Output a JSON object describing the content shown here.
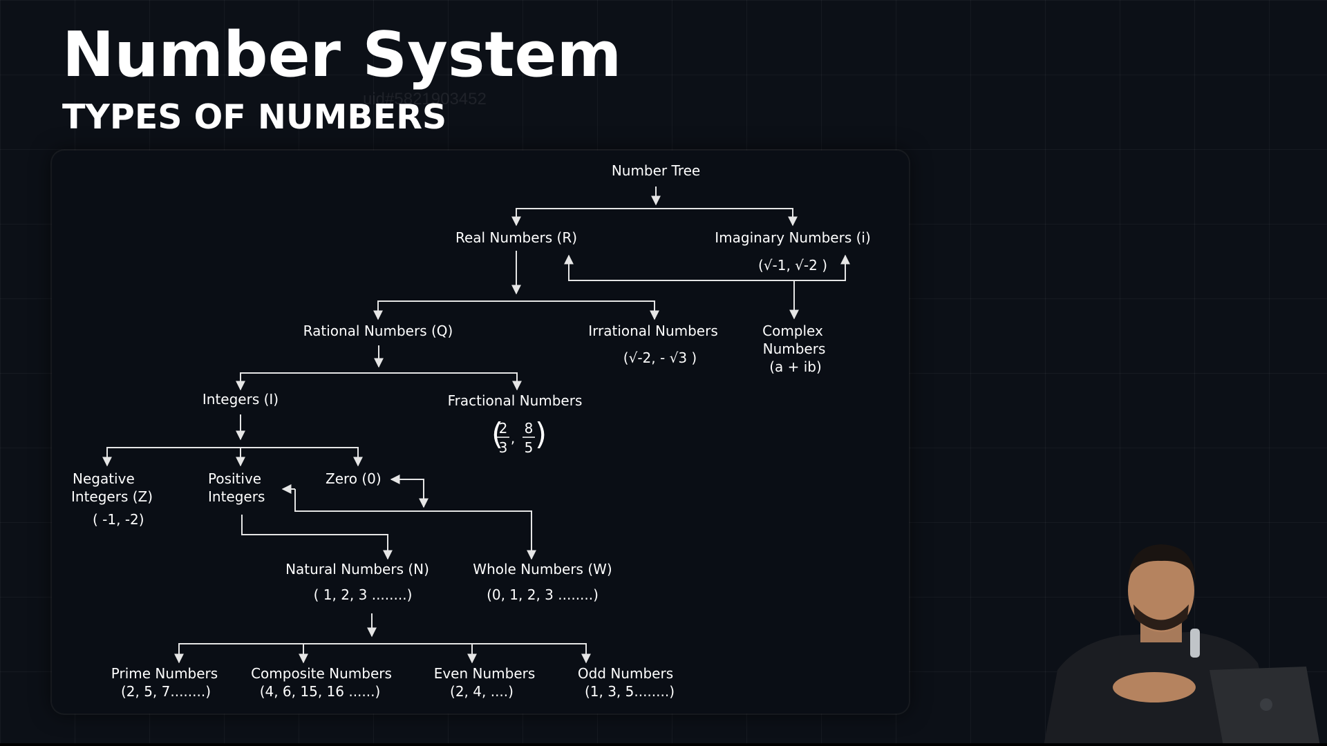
{
  "slide": {
    "title": "Number System",
    "subtitle": "TYPES OF NUMBERS",
    "watermark": "uid#5821903452"
  },
  "diagram": {
    "nodes": {
      "number_tree": "Number Tree",
      "real": "Real Numbers (R)",
      "imaginary": "Imaginary Numbers (i)",
      "imaginary_example": "(√-1, √-2 )",
      "rational": "Rational Numbers (Q)",
      "irrational": "Irrational Numbers",
      "irrational_example": "(√-2, - √3 )",
      "complex_l1": "Complex",
      "complex_l2": "Numbers",
      "complex_l3": "(a + ib)",
      "integers": "Integers (I)",
      "fractional": "Fractional Numbers",
      "frac1_num": "2",
      "frac1_den": "3",
      "frac2_num": "8",
      "frac2_den": "5",
      "negative_l1": "Negative",
      "negative_l2": "Integers (Z)",
      "negative_example": "( -1, -2)",
      "positive_l1": "Positive",
      "positive_l2": "Integers",
      "zero": "Zero (0)",
      "natural": "Natural Numbers (N)",
      "natural_example": "( 1, 2, 3 ........)",
      "whole": "Whole Numbers (W)",
      "whole_example": "(0, 1, 2, 3 ........)",
      "prime": "Prime Numbers",
      "prime_example": "(2, 5, 7........)",
      "composite": "Composite Numbers",
      "composite_example": "(4, 6, 15, 16 ......)",
      "even": "Even Numbers",
      "even_example": "(2, 4, ....)",
      "odd": "Odd Numbers",
      "odd_example": "(1, 3, 5........)"
    }
  },
  "colors": {
    "background": "#0c1017",
    "text": "#ffffff",
    "lines": "#e6e6e6"
  }
}
